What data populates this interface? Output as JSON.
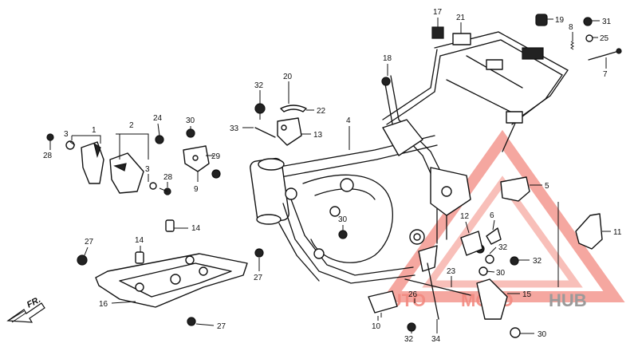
{
  "brand": {
    "watermark_parts": [
      "AUTO",
      "MOTO",
      "HUB"
    ],
    "colors": {
      "accent": "#e23b2e",
      "accent_light": "#f28a80",
      "ink": "#111111",
      "paper": "#ffffff"
    }
  },
  "direction_marker": {
    "label": "FR.",
    "icon": "arrow-left-down-icon"
  },
  "callouts": [
    {
      "id": "c1",
      "text": "1"
    },
    {
      "id": "c2",
      "text": "2"
    },
    {
      "id": "c3a",
      "text": "3"
    },
    {
      "id": "c3b",
      "text": "3"
    },
    {
      "id": "c4",
      "text": "4"
    },
    {
      "id": "c5",
      "text": "5"
    },
    {
      "id": "c6",
      "text": "6"
    },
    {
      "id": "c7",
      "text": "7"
    },
    {
      "id": "c8",
      "text": "8"
    },
    {
      "id": "c9",
      "text": "9"
    },
    {
      "id": "c10",
      "text": "10"
    },
    {
      "id": "c11",
      "text": "11"
    },
    {
      "id": "c12",
      "text": "12"
    },
    {
      "id": "c13",
      "text": "13"
    },
    {
      "id": "c14a",
      "text": "14"
    },
    {
      "id": "c14b",
      "text": "14"
    },
    {
      "id": "c15",
      "text": "15"
    },
    {
      "id": "c16",
      "text": "16"
    },
    {
      "id": "c17",
      "text": "17"
    },
    {
      "id": "c18",
      "text": "18"
    },
    {
      "id": "c19",
      "text": "19"
    },
    {
      "id": "c20",
      "text": "20"
    },
    {
      "id": "c21",
      "text": "21"
    },
    {
      "id": "c22",
      "text": "22"
    },
    {
      "id": "c23",
      "text": "23"
    },
    {
      "id": "c24",
      "text": "24"
    },
    {
      "id": "c25",
      "text": "25"
    },
    {
      "id": "c26",
      "text": "26"
    },
    {
      "id": "c27a",
      "text": "27"
    },
    {
      "id": "c27b",
      "text": "27"
    },
    {
      "id": "c27c",
      "text": "27"
    },
    {
      "id": "c28a",
      "text": "28"
    },
    {
      "id": "c28b",
      "text": "28"
    },
    {
      "id": "c29",
      "text": "29"
    },
    {
      "id": "c30a",
      "text": "30"
    },
    {
      "id": "c30b",
      "text": "30"
    },
    {
      "id": "c30c",
      "text": "30"
    },
    {
      "id": "c30d",
      "text": "30"
    },
    {
      "id": "c31",
      "text": "31"
    },
    {
      "id": "c32a",
      "text": "32"
    },
    {
      "id": "c32b",
      "text": "32"
    },
    {
      "id": "c32c",
      "text": "32"
    },
    {
      "id": "c32d",
      "text": "32"
    },
    {
      "id": "c33",
      "text": "33"
    },
    {
      "id": "c34",
      "text": "34"
    }
  ]
}
